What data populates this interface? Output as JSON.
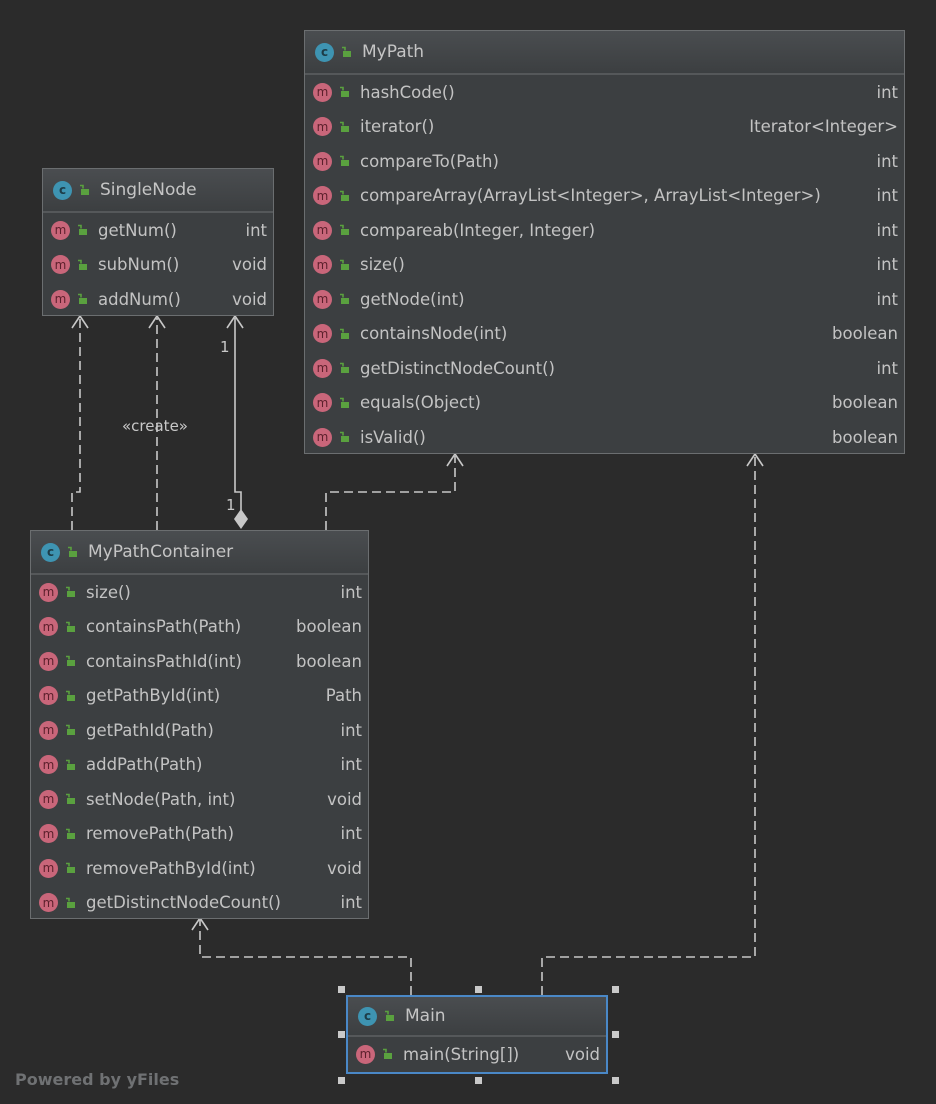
{
  "classes": {
    "mypath": {
      "name": "MyPath",
      "methods": [
        {
          "name": "hashCode()",
          "type": "int"
        },
        {
          "name": "iterator()",
          "type": "Iterator<Integer>"
        },
        {
          "name": "compareTo(Path)",
          "type": "int"
        },
        {
          "name": "compareArray(ArrayList<Integer>, ArrayList<Integer>)",
          "type": "int"
        },
        {
          "name": "compareab(Integer, Integer)",
          "type": "int"
        },
        {
          "name": "size()",
          "type": "int"
        },
        {
          "name": "getNode(int)",
          "type": "int"
        },
        {
          "name": "containsNode(int)",
          "type": "boolean"
        },
        {
          "name": "getDistinctNodeCount()",
          "type": "int"
        },
        {
          "name": "equals(Object)",
          "type": "boolean"
        },
        {
          "name": "isValid()",
          "type": "boolean"
        }
      ]
    },
    "singlenode": {
      "name": "SingleNode",
      "methods": [
        {
          "name": "getNum()",
          "type": "int"
        },
        {
          "name": "subNum()",
          "type": "void"
        },
        {
          "name": "addNum()",
          "type": "void"
        }
      ]
    },
    "mypathcontainer": {
      "name": "MyPathContainer",
      "methods": [
        {
          "name": "size()",
          "type": "int"
        },
        {
          "name": "containsPath(Path)",
          "type": "boolean"
        },
        {
          "name": "containsPathId(int)",
          "type": "boolean"
        },
        {
          "name": "getPathById(int)",
          "type": "Path"
        },
        {
          "name": "getPathId(Path)",
          "type": "int"
        },
        {
          "name": "addPath(Path)",
          "type": "int"
        },
        {
          "name": "setNode(Path, int)",
          "type": "void"
        },
        {
          "name": "removePath(Path)",
          "type": "int"
        },
        {
          "name": "removePathById(int)",
          "type": "void"
        },
        {
          "name": "getDistinctNodeCount()",
          "type": "int"
        }
      ]
    },
    "main": {
      "name": "Main",
      "methods": [
        {
          "name": "main(String[])",
          "type": "void"
        }
      ]
    }
  },
  "icons": {
    "class_letter": "c",
    "method_letter": "m"
  },
  "labels": {
    "create": "«create»",
    "mult_top": "1",
    "mult_bottom": "1"
  },
  "footer": "Powered by yFiles",
  "colors": {
    "background": "#2b2b2b",
    "node_fill": "#3c3f41",
    "class_icon": "#3e94b2",
    "method_icon": "#c9667a",
    "lock_icon": "#5aa13f",
    "selection": "#4a88c7",
    "edge": "#c8c8c8"
  }
}
